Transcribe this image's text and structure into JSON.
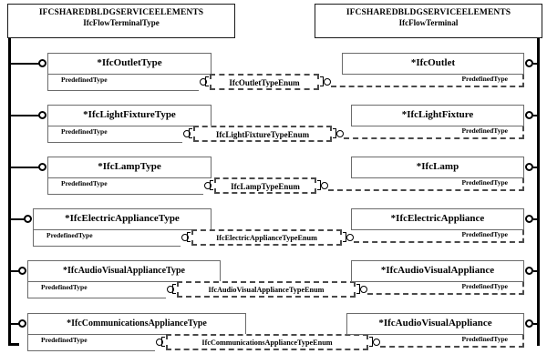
{
  "diagram": {
    "title": "IFC Flow Terminal Type / Flow Terminal relationship diagram",
    "colors": {
      "line": "#000000",
      "entity_border": "#6b6b6b",
      "dashed": "#4a4a4a",
      "background": "#ffffff"
    }
  },
  "packages": {
    "left": {
      "schema": "IFCSHAREDBLDGSERVICEELEMENTS",
      "name": "IfcFlowTerminalType"
    },
    "right": {
      "schema": "IFCSHAREDBLDGSERVICEELEMENTS",
      "name": "IfcFlowTerminal"
    }
  },
  "attribute_label": "PredefinedType",
  "rows": [
    {
      "left_entity": "*IfcOutletType",
      "left_attribute": "PredefinedType",
      "enum": "IfcOutletTypeEnum",
      "right_entity": "*IfcOutlet",
      "right_attribute": "PredefinedType"
    },
    {
      "left_entity": "*IfcLightFixtureType",
      "left_attribute": "PredefinedType",
      "enum": "IfcLightFixtureTypeEnum",
      "right_entity": "*IfcLightFixture",
      "right_attribute": "PredefinedType"
    },
    {
      "left_entity": "*IfcLampType",
      "left_attribute": "PredefinedType",
      "enum": "IfcLampTypeEnum",
      "right_entity": "*IfcLamp",
      "right_attribute": "PredefinedType"
    },
    {
      "left_entity": "*IfcElectricApplianceType",
      "left_attribute": "PredefinedType",
      "enum": "IfcElectricApplianceTypeEnum",
      "right_entity": "*IfcElectricAppliance",
      "right_attribute": "PredefinedType"
    },
    {
      "left_entity": "*IfcAudioVisualApplianceType",
      "left_attribute": "PredefinedType",
      "enum": "IfcAudioVisualApplianceTypeEnum",
      "right_entity": "*IfcAudioVisualAppliance",
      "right_attribute": "PredefinedType"
    },
    {
      "left_entity": "*IfcCommunicationsApplianceType",
      "left_attribute": "PredefinedType",
      "enum": "IfcCommunicationsApplianceTypeEnum",
      "right_entity": "*IfcAudioVisualAppliance",
      "right_attribute": "PredefinedType"
    }
  ]
}
